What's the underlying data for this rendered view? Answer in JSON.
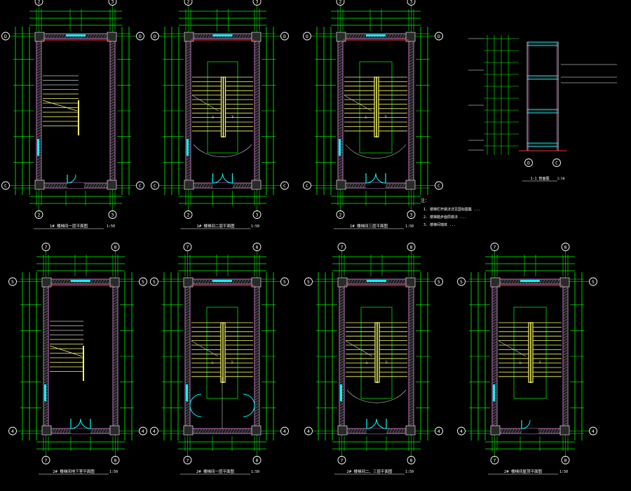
{
  "drawing": {
    "background": "#000000",
    "colors": {
      "dim": "#00ff00",
      "wall": "#c878c8",
      "hatch": "#c8c8c8",
      "stair": "#ffff66",
      "door": "#00ffff",
      "red": "#ff3030",
      "bubble": "#ffffff",
      "text": "#ffffff"
    },
    "plans": [
      {
        "id": "p1",
        "grid_top": [
          "2",
          "3"
        ],
        "grid_side": [
          "D",
          "C"
        ],
        "title": "1# 楼梯间一层平面图",
        "scale": "1:50",
        "stair": "single",
        "door": "single-bottom"
      },
      {
        "id": "p2",
        "grid_top": [
          "2",
          "3"
        ],
        "grid_side": [
          "D",
          "C"
        ],
        "title": "1# 楼梯间二层平面图",
        "scale": "1:50",
        "stair": "double",
        "door": "double-bottom"
      },
      {
        "id": "p3",
        "grid_top": [
          "2",
          "3"
        ],
        "grid_side": [
          "D",
          "C"
        ],
        "title": "1# 楼梯间三层平面图",
        "scale": "1:50",
        "stair": "double",
        "door": "double-bottom"
      },
      {
        "id": "p5",
        "grid_top": [
          "7",
          "8"
        ],
        "grid_side": [
          "5",
          "4"
        ],
        "title": "2# 楼梯间地下室平面图",
        "scale": "1:50",
        "stair": "single",
        "door": "double-bottom"
      },
      {
        "id": "p6",
        "grid_top": [
          "7",
          "8"
        ],
        "grid_side": [
          "5",
          "4"
        ],
        "title": "2# 楼梯间一层平面图",
        "scale": "1:50",
        "stair": "double",
        "door": "side"
      },
      {
        "id": "p7",
        "grid_top": [
          "7",
          "8"
        ],
        "grid_side": [
          "5",
          "4"
        ],
        "title": "2# 楼梯间二、三层平面图",
        "scale": "1:50",
        "stair": "double",
        "door": "double-bottom"
      },
      {
        "id": "p8",
        "grid_top": [
          "7",
          "8"
        ],
        "grid_side": [
          "5",
          "4"
        ],
        "title": "2# 楼梯间屋顶平面图",
        "scale": "1:50",
        "stair": "top",
        "door": "single-bottom"
      }
    ],
    "section": {
      "grid": [
        "D",
        "C"
      ],
      "title": "1-1 剖面图",
      "scale": "1:50"
    },
    "notes": {
      "heading": "注：",
      "lines": [
        "1. 楼梯栏杆做法详见国标图集 ...",
        "2. 楼梯踏步面层做法 ...",
        "3. 楼梯间墙体 ..."
      ]
    }
  }
}
